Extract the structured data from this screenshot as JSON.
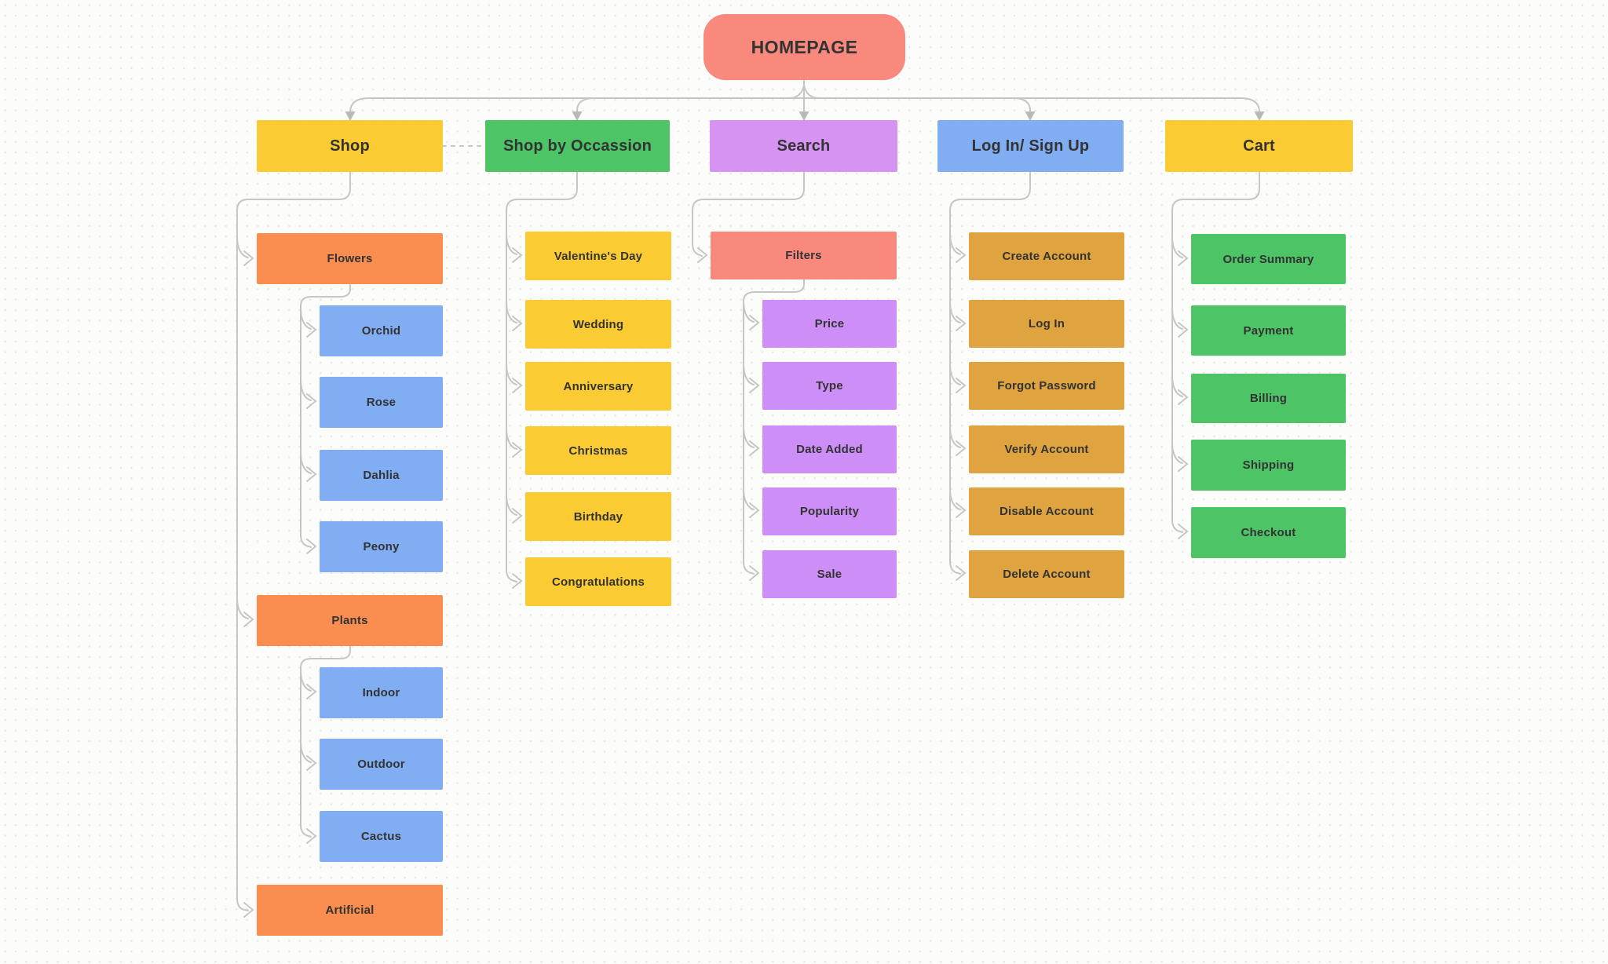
{
  "palette": {
    "salmon": "#F9897D",
    "yellow": "#FBCB33",
    "green": "#4DC466",
    "orange": "#F98E50",
    "blue": "#81ADF2",
    "purple": "#D793F2",
    "violet": "#CE8EF7",
    "amber": "#DFA33F",
    "connector": "#C6C6C3",
    "arrowhead": "#B9B9B6",
    "text": "#333333",
    "background": "#FCFCFA"
  },
  "homepage": {
    "label": "HOMEPAGE"
  },
  "shop": {
    "label": "Shop",
    "flowers": {
      "label": "Flowers"
    },
    "orchid": {
      "label": "Orchid"
    },
    "rose": {
      "label": "Rose"
    },
    "dahlia": {
      "label": "Dahlia"
    },
    "peony": {
      "label": "Peony"
    },
    "plants": {
      "label": "Plants"
    },
    "indoor": {
      "label": "Indoor"
    },
    "outdoor": {
      "label": "Outdoor"
    },
    "cactus": {
      "label": "Cactus"
    },
    "artificial": {
      "label": "Artificial"
    }
  },
  "shop_by_occassion": {
    "label": "Shop by Occassion",
    "valentines_day": {
      "label": "Valentine's Day"
    },
    "wedding": {
      "label": "Wedding"
    },
    "anniversary": {
      "label": "Anniversary"
    },
    "christmas": {
      "label": "Christmas"
    },
    "birthday": {
      "label": "Birthday"
    },
    "congratulations": {
      "label": "Congratulations"
    }
  },
  "search": {
    "label": "Search",
    "filters": {
      "label": "Filters"
    },
    "price": {
      "label": "Price"
    },
    "type": {
      "label": "Type"
    },
    "date_added": {
      "label": "Date Added"
    },
    "popularity": {
      "label": "Popularity"
    },
    "sale": {
      "label": "Sale"
    }
  },
  "login_signup": {
    "label": "Log In/ Sign Up",
    "create_account": {
      "label": "Create Account"
    },
    "log_in": {
      "label": "Log In"
    },
    "forgot_password": {
      "label": "Forgot Password"
    },
    "verify_account": {
      "label": "Verify Account"
    },
    "disable_account": {
      "label": "Disable Account"
    },
    "delete_account": {
      "label": "Delete Account"
    }
  },
  "cart": {
    "label": "Cart",
    "order_summary": {
      "label": "Order Summary"
    },
    "payment": {
      "label": "Payment"
    },
    "billing": {
      "label": "Billing"
    },
    "shipping": {
      "label": "Shipping"
    },
    "checkout": {
      "label": "Checkout"
    }
  }
}
